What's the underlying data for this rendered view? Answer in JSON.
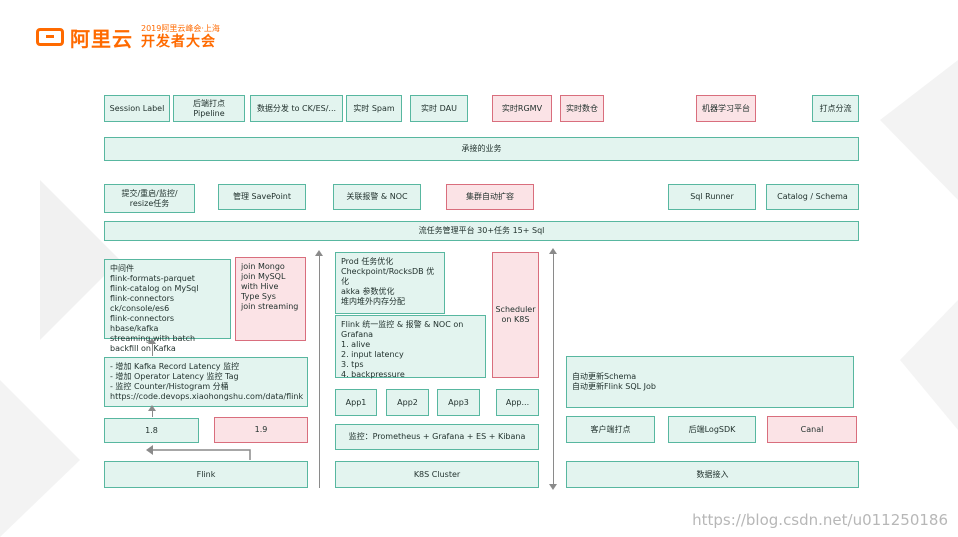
{
  "logo": {
    "brand": "阿里云",
    "event_line1": "2019阿里云峰会·上海",
    "event_line2": "开发者大会"
  },
  "top_row": [
    "Session Label",
    "后端打点 Pipeline",
    "数据分发 to CK/ES/...",
    "实时 Spam",
    "实时 DAU",
    "实时RGMV",
    "实时数仓",
    "机器学习平台",
    "打点分流"
  ],
  "business": "承接的业务",
  "mgmt_row": [
    "提交/重启/监控/\nresize任务",
    "管理 SavePoint",
    "关联报警 & NOC",
    "集群自动扩容",
    "Sql Runner",
    "Catalog / Schema"
  ],
  "platform": "流任务管理平台 30+任务 15+ Sql",
  "flink_col": {
    "middleware": "中间件\nflink-formats-parquet\nflink-catalog on MySql\nflink-connectors ck/console/es6\nflink-connectors hbase/kafka\nstreaming with batch\nbackfill on Kafka",
    "joins": "join Mongo\njoin MySQL\nwith Hive\nType Sys\njoin streaming",
    "latency": "- 增加 Kafka Record Latency 监控\n- 增加 Operator Latency 监控 Tag\n- 监控 Counter/Histogram 分桶\nhttps://code.devops.xiaohongshu.com/data/flink",
    "v18": "1.8",
    "v19": "1.9",
    "flink": "Flink"
  },
  "k8s_col": {
    "prod": "Prod 任务优化\nCheckpoint/RocksDB 优化\nakka 参数优化\n堆内堆外内存分配",
    "grafana": "Flink 统一监控 & 报警 & NOC on Grafana\n1. alive\n2. input latency\n3. tps\n4. backpressure",
    "scheduler": "Scheduler\non K8S",
    "apps": [
      "App1",
      "App2",
      "App3",
      "App..."
    ],
    "monitor": "监控：Prometheus + Grafana + ES + Kibana",
    "cluster": "K8S Cluster"
  },
  "data_col": {
    "auto": "自动更新Schema\n自动更新Flink SQL Job",
    "sources": [
      "客户端打点",
      "后端LogSDK",
      "Canal"
    ],
    "ingest": "数据接入"
  },
  "watermark": "https://blog.csdn.net/u011250186"
}
